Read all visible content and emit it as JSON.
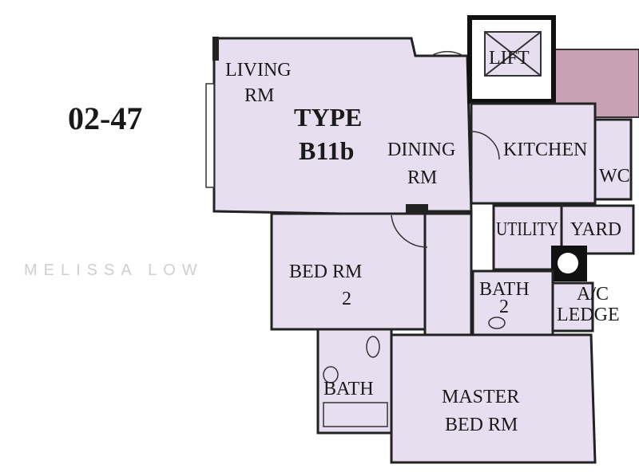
{
  "unit_number": "02-47",
  "unit_type": {
    "line1": "TYPE",
    "line2": "B11b"
  },
  "rooms": {
    "living": {
      "line1": "LIVING",
      "line2": "RM"
    },
    "dining": {
      "line1": "DINING",
      "line2": "RM"
    },
    "kitchen": "KITCHEN",
    "lift": "LIFT",
    "wc": "WC",
    "utility": "UTILITY",
    "yard": "YARD",
    "bed2": {
      "line1": "BED RM",
      "line2": "2"
    },
    "bath2": {
      "line1": "BATH",
      "line2": "2"
    },
    "ac_ledge": {
      "line1": "A/C",
      "line2": "LEDGE"
    },
    "bath": "BATH",
    "master": {
      "line1": "MASTER",
      "line2": "BED RM"
    }
  },
  "watermark": "MELISSA LOW",
  "colors": {
    "room_fill": "#e7dff0",
    "adjacent_unit": "#c9a1b4",
    "walls": "#222222"
  }
}
